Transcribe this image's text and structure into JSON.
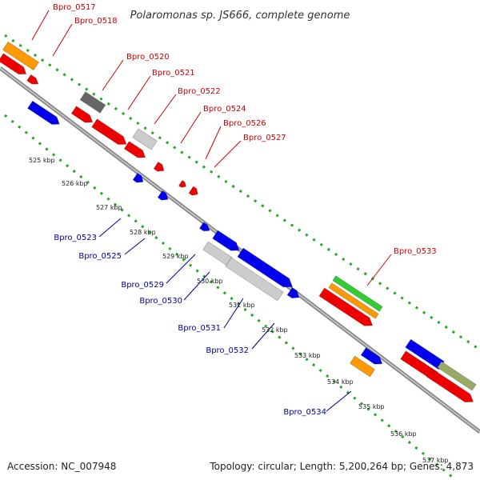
{
  "title": "Polaromonas sp. JS666, complete genome",
  "footer": {
    "accession": "Accession: NC_007948",
    "summary": "Topology: circular; Length: 5,200,264 bp; Genes: 4,873"
  },
  "colors": {
    "upper_label": "#cc0000",
    "lower_label": "#000099",
    "backbone": "#999999",
    "ruler": "#22aa22"
  },
  "scale_ticks": [
    "525 kbp",
    "526 kbp",
    "527 kbp",
    "528 kbp",
    "529 kbp",
    "530 kbp",
    "531 kbp",
    "532 kbp",
    "533 kbp",
    "534 kbp",
    "535 kbp",
    "536 kbp",
    "537 kbp"
  ],
  "gene_labels_upper": [
    "Bpro_0517",
    "Bpro_0518",
    "Bpro_0520",
    "Bpro_0521",
    "Bpro_0522",
    "Bpro_0524",
    "Bpro_0526",
    "Bpro_0527",
    "Bpro_0533"
  ],
  "gene_labels_lower": [
    "Bpro_0523",
    "Bpro_0525",
    "Bpro_0529",
    "Bpro_0530",
    "Bpro_0531",
    "Bpro_0532",
    "Bpro_0534"
  ]
}
